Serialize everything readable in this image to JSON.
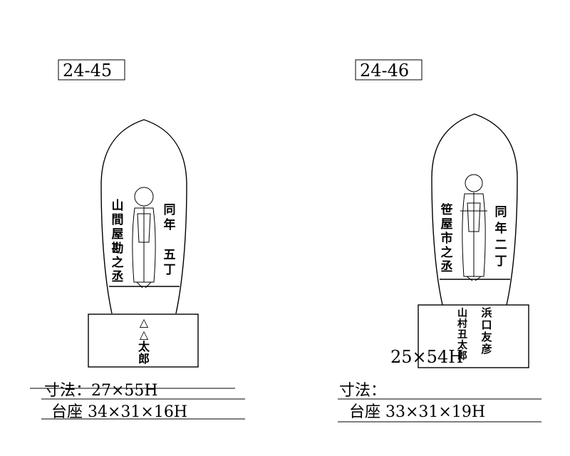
{
  "left": {
    "id": "24-45",
    "right_text": [
      "同",
      "年",
      "",
      "五",
      "丁"
    ],
    "left_text": [
      "山",
      "間",
      "屋",
      "勘",
      "之",
      "丞"
    ],
    "base_text": [
      "△",
      "△",
      "太",
      "郎"
    ],
    "dimension_struck": "寸法：27×55H",
    "pedestal": "台座 34×31×16H"
  },
  "right": {
    "id": "24-46",
    "right_text": [
      "同",
      "年",
      "二",
      "丁"
    ],
    "left_text": [
      "笹",
      "屋",
      "市",
      "之",
      "丞"
    ],
    "base_col1": [
      "浜",
      "口",
      "友",
      "彦"
    ],
    "base_col2": [
      "山",
      "村",
      "丑",
      "太",
      "郎"
    ],
    "overlay": "25×54H",
    "dimension": "寸法：",
    "pedestal": "台座 33×31×19H"
  }
}
